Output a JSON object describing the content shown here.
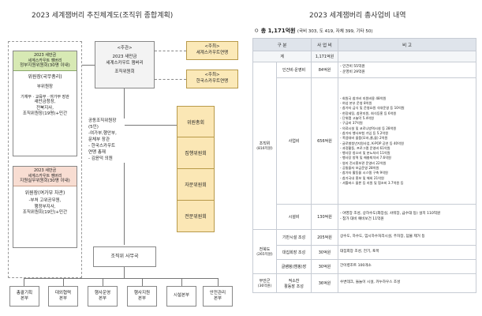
{
  "left_title": "2023 세계잼버리 추진체계도(조직위 종합계획)",
  "right_title": "2023 세계잼버리 총사업비 내역",
  "top_center": {
    "line1": "<주관>",
    "line2": "2023 새만금",
    "line3": "세계스카우트 잼버리",
    "line4": "조직위원회"
  },
  "side_left_top": {
    "line1": "<주최>",
    "line2": "세계스카우트연맹"
  },
  "side_left_bottom": {
    "line1": "<주최>",
    "line2": "한국스카우트연맹"
  },
  "gov_committee": {
    "head1": "2023 새만금",
    "head2": "세계스카우트 잼버리",
    "head3": "정부지원위원회(30명 이내)",
    "chair_title": "위원장(국무총리)",
    "vice_title": "부위원장",
    "members": "기재부 · 교육부 · 여가부 장관",
    "members2": "새만금청장,",
    "members3": "전북지사,",
    "members4": "조직위원장(19명)+민간"
  },
  "support_committee": {
    "head1": "2023 새만금",
    "head2": "세계스카우트 잼버리",
    "head3": "지원실무위원회(30명 이내)",
    "chair": "위원장(여가부 차관)",
    "members": "-부처 고위공무원,",
    "members2": "행정부지사,",
    "members3": "조직위원회(19인)+민간"
  },
  "co_chair": {
    "title": "공동조직위원장",
    "count": "(5인)",
    "l1": "-여가부,행안부,",
    "l2": "문체부 장관",
    "l3": "- 한국스카우트",
    "l4": "연맹 총재",
    "l5": "- 김윤덕 의원"
  },
  "committees": [
    "위원총회",
    "집행위원회",
    "자문위원회",
    "전문위원회"
  ],
  "secretariat": "조직위 사무국",
  "departments": [
    {
      "l1": "총괄기획",
      "l2": "본부"
    },
    {
      "l1": "대외협력",
      "l2": "본부"
    },
    {
      "l1": "행사운영",
      "l2": "본부"
    },
    {
      "l1": "행사지원",
      "l2": "본부"
    },
    {
      "l1": "시설본부",
      "l2": ""
    },
    {
      "l1": "안전관리",
      "l2": "본부"
    }
  ],
  "total": {
    "bullet": "ㅇ",
    "label": "총 1,171억원",
    "detail": "(국비 303, 도 419, 자체 399, 기타 50)"
  },
  "table": {
    "headers": [
      "구 분",
      "사 업 비",
      "비 고"
    ],
    "total_row": {
      "label": "계",
      "amount": "1,171억원"
    },
    "org_group": {
      "label": "조직위",
      "sub": "(816억원)"
    },
    "personnel": {
      "name": "인건비·운영비",
      "amount": "84억원",
      "notes": [
        "- 인건비 55억원",
        "- 운영비 29억원"
      ]
    },
    "business": {
      "name": "사업비",
      "amount": "656억원",
      "notes": [
        "- 회원국 참가비 지원비용 48억원",
        "- 여성 본부 운영 8억원",
        "- 참가자 급식 및 운영요원 식대운영 등 10억원",
        "- 현장세팅, 참관지원, 회식등홍 등 6억원",
        "- 단위캠 고늘막 5.4억원",
        "- 구급비 37억원",
        "- 의료시설 및 코로나방역시설 등 28억원",
        "- 참가자 행사보험 가입 등 5.2억원",
        "- 폭염대비 물품(모자,쿨,물) 2억원",
        "- 글로벌청년지원사업, K-POP 공연 등 40억원",
        "- 과정활동, 프로그램 운영비 61억원",
        "- 행사장 청소비 및 분뇨처리 11억원",
        "- 행사장 방역 및 해충퇴치비 7.6억원",
        "- 영지 전시홍보관 운영비 22억원",
        "- 공통물자 보급운영 28억원",
        "- 참가자 활동물 시스템 구축 9억원",
        "- 참가국내 홍보 및 해외 21억원",
        "- 셔틀버스 물론 등 지원 및 협조비 3.7억원 등"
      ]
    },
    "facility": {
      "name": "시설비",
      "amount": "130억원",
      "notes": [
        "- 야영장 조성, 상하수도(화장실, 샤워장, 급수대 등) 설치 110억원",
        "- 참가 대비 예비보건 11억원"
      ]
    },
    "jeonbuk_group": {
      "label": "전북도",
      "sub": "(265억원)"
    },
    "infra": {
      "name": "기반시설 조성",
      "amount": "205억원",
      "note": "상수도, 하수도, 임시하수처리시설, 주차장, 덤불 제거 등"
    },
    "flood": {
      "name": "대집회장 조성",
      "amount": "30억원",
      "note": "대집회장 조성, 전기, 토목"
    },
    "glamping": {
      "name": "글램핑(캠핑)장",
      "amount": "30억원",
      "note": "간이병조트 100개소"
    },
    "forest_group": {
      "label": "부안군",
      "sub": "(36억원)"
    },
    "activity": {
      "name": "적소찬\n활동장 조성",
      "amount": "36억원",
      "note": "수변데크, 들놀이 시설, 카누하우스 조성"
    }
  }
}
